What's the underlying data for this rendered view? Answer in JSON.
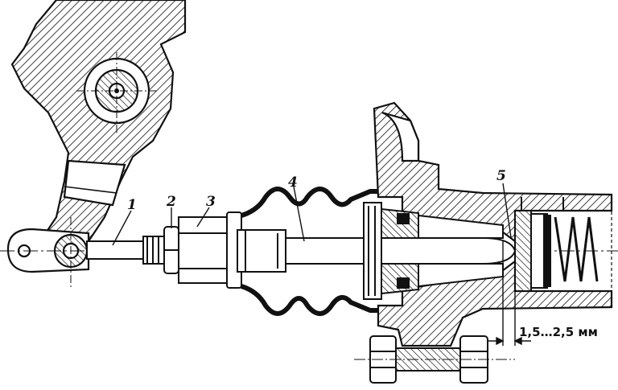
{
  "callouts": [
    {
      "id": "1",
      "text": "1"
    },
    {
      "id": "2",
      "text": "2"
    },
    {
      "id": "3",
      "text": "3"
    },
    {
      "id": "4",
      "text": "4"
    },
    {
      "id": "5",
      "text": "5"
    }
  ],
  "dimension": {
    "text": "1,5…2,5 мм"
  },
  "colors": {
    "ink": "#111111",
    "paper": "#ffffff"
  }
}
